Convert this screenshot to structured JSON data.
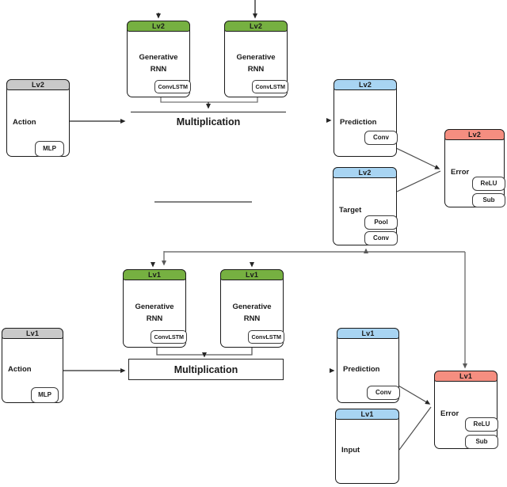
{
  "colors": {
    "level_green": "#76b041",
    "level_blue": "#a8d4f2",
    "level_red": "#f58e80",
    "level_gray": "#c9c9c9",
    "node_background": "#ffffff",
    "node_border": "#1a1a1a",
    "connector_gray": "#595959",
    "connector_dark": "#262626"
  },
  "boxes": [
    {
      "header": "Lv2",
      "title": "Generative RNN",
      "tags": [
        "ConvLSTM"
      ]
    },
    {
      "header": "Lv2",
      "title": "Generative RNN",
      "tags": [
        "ConvLSTM"
      ]
    },
    {
      "header": "Lv2",
      "title": "Action",
      "tags": [
        "MLP"
      ]
    },
    {
      "header": "Lv2",
      "title": "Prediction",
      "tags": [
        "Conv"
      ]
    },
    {
      "header": "Lv2",
      "title": "Target",
      "tags": [
        "Pool",
        "Conv"
      ]
    },
    {
      "header": "Lv2",
      "title": "Error",
      "tags": [
        "ReLU",
        "Sub"
      ]
    },
    {
      "header": "Lv1",
      "title": "Generative RNN",
      "tags": [
        "ConvLSTM"
      ]
    },
    {
      "header": "Lv1",
      "title": "Generative RNN",
      "tags": [
        "ConvLSTM"
      ]
    },
    {
      "header": "Lv1",
      "title": "Action",
      "tags": [
        "MLP"
      ]
    },
    {
      "header": "Lv1",
      "title": "Prediction",
      "tags": [
        "Conv"
      ]
    },
    {
      "header": "Lv1",
      "title": "Input",
      "tags": []
    },
    {
      "header": "Lv1",
      "title": "Error",
      "tags": [
        "ReLU",
        "Sub"
      ]
    }
  ],
  "operators": [
    {
      "label": "Multiplication"
    },
    {
      "label": "Multiplication"
    }
  ]
}
